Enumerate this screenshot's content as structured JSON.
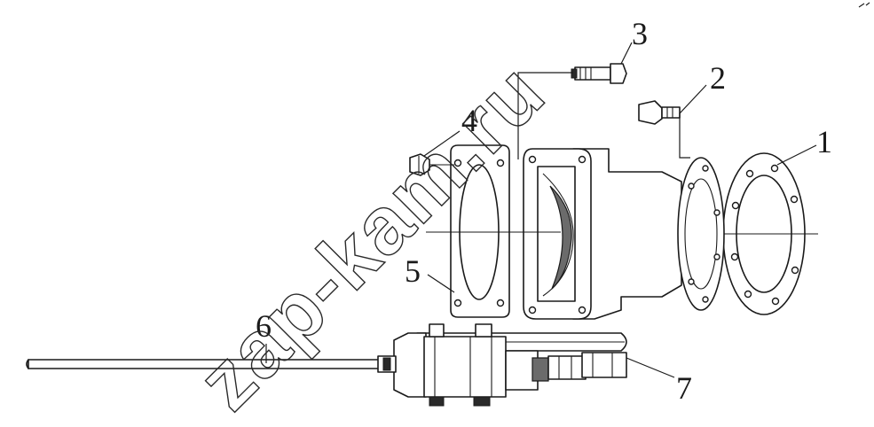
{
  "callouts": [
    {
      "id": "1",
      "label": "1"
    },
    {
      "id": "2",
      "label": "2"
    },
    {
      "id": "3",
      "label": "3"
    },
    {
      "id": "4",
      "label": "4"
    },
    {
      "id": "5",
      "label": "5"
    },
    {
      "id": "6",
      "label": "6"
    },
    {
      "id": "7",
      "label": "7"
    }
  ],
  "watermark": {
    "text": "zap-kam.ru"
  },
  "colors": {
    "line": "#1a1a1a",
    "background": "#ffffff",
    "shade": "#6b6b6b"
  }
}
